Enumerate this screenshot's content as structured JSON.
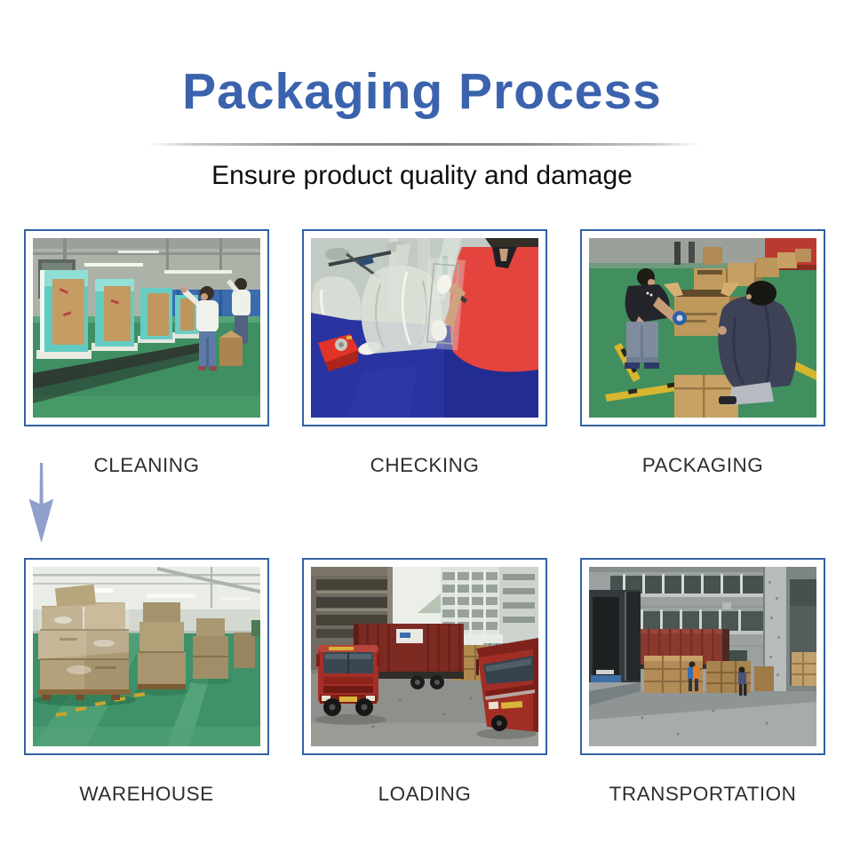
{
  "header": {
    "title": "Packaging Process",
    "subtitle": "Ensure product quality and damage"
  },
  "process": {
    "flow_arrow_icon": "down-arrow-icon",
    "steps": [
      {
        "label": "CLEANING",
        "photo": "cleaning-photo"
      },
      {
        "label": "CHECKING",
        "photo": "checking-photo"
      },
      {
        "label": "PACKAGING",
        "photo": "packaging-photo"
      },
      {
        "label": "WAREHOUSE",
        "photo": "warehouse-photo"
      },
      {
        "label": "LOADING",
        "photo": "loading-photo"
      },
      {
        "label": "TRANSPORTATION",
        "photo": "transportation-photo"
      }
    ]
  },
  "colors": {
    "background": "#ffffff",
    "title": "#3b63ad",
    "subtitle": "#0d0d0d",
    "label": "#2e2e2e",
    "panel_border": "#3161a5",
    "arrow": "#8fa0cc",
    "divider": "#8e8e8e"
  }
}
